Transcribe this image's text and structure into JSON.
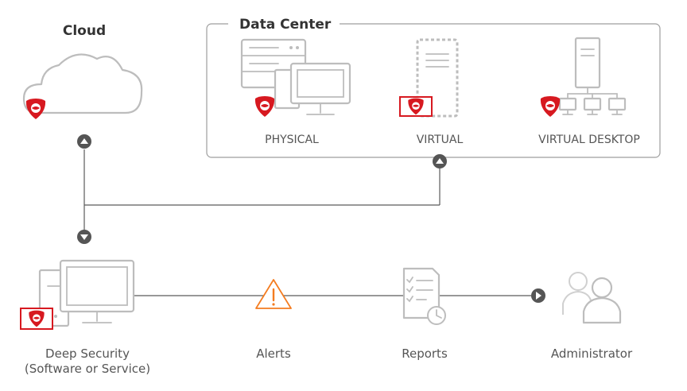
{
  "cloud": {
    "label": "Cloud"
  },
  "data_center": {
    "title": "Data Center",
    "items": [
      {
        "label": "PHYSICAL"
      },
      {
        "label": "VIRTUAL"
      },
      {
        "label": "VIRTUAL DESKTOP"
      }
    ]
  },
  "bottom": {
    "deep_security": {
      "line1": "Deep Security",
      "line2": "(Software or Service)"
    },
    "alerts": {
      "label": "Alerts"
    },
    "reports": {
      "label": "Reports"
    },
    "administrator": {
      "label": "Administrator"
    }
  },
  "colors": {
    "accent": "#d71920",
    "alert": "#f47c20",
    "icon_gray": "#bdbdbd",
    "line": "#5a5a5a",
    "node": "#555555"
  },
  "icons": [
    "cloud-icon",
    "server-icon",
    "monitor-icon",
    "tower-icon",
    "network-icon",
    "alert-icon",
    "report-icon",
    "clock-icon",
    "admin-icon",
    "shield-icon"
  ]
}
